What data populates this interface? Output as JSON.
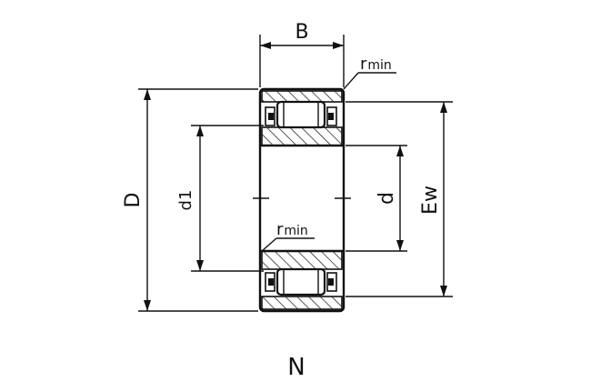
{
  "labels": {
    "B": "B",
    "D": "D",
    "d1": "d1",
    "d": "d",
    "Ew": "Ew",
    "rmin_top_r": "r",
    "rmin_top_sub": "min",
    "rmin_mid_r": "r",
    "rmin_mid_sub": "min",
    "type": "N"
  },
  "colors": {
    "line": "#111111",
    "background": "#ffffff"
  }
}
